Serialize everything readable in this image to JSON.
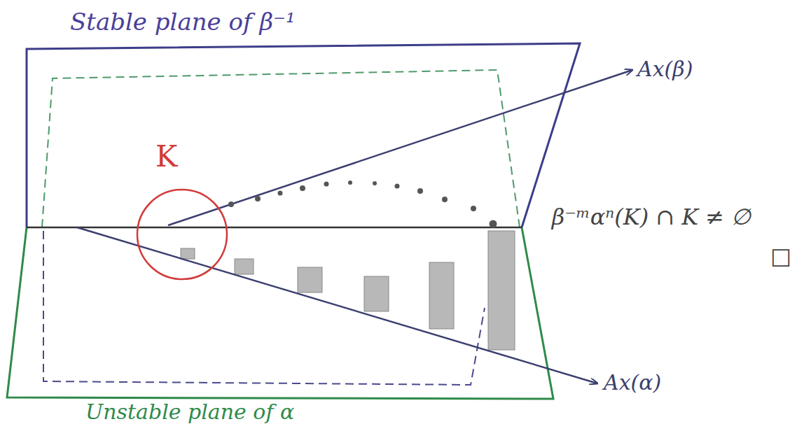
{
  "diagram": {
    "labels": [
      "Stable plane of β⁻¹",
      "Ax(β)",
      "K",
      "β⁻ᵐαⁿ(K) ∩ K ≠ ∅",
      "□",
      "Ax(α)",
      "Unstable plane of α"
    ]
  }
}
